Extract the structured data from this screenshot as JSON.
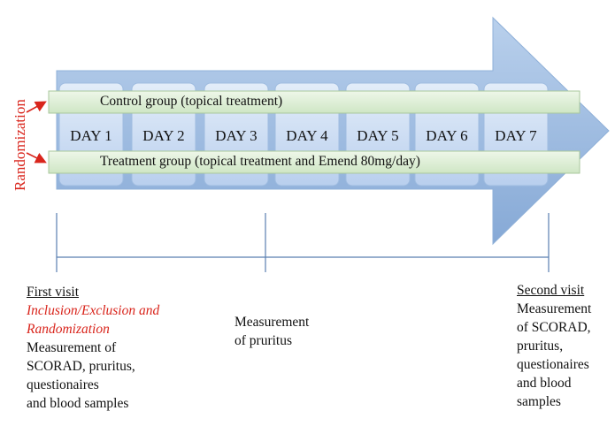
{
  "randomization_label": "Randomization",
  "control_group": "Control group (topical treatment)",
  "treatment_group": "Treatment group (topical treatment and Emend 80mg/day)",
  "days": [
    "DAY 1",
    "DAY 2",
    "DAY 3",
    "DAY 4",
    "DAY 5",
    "DAY 6",
    "DAY 7"
  ],
  "first_visit": {
    "title": "First visit",
    "subtitle_line1": "Inclusion/Exclusion and",
    "subtitle_line2": "Randomization",
    "lines": [
      "Measurement of",
      "SCORAD, pruritus,",
      "questionaires",
      "and blood samples"
    ]
  },
  "middle_visit": {
    "lines": [
      "Measurement",
      "of pruritus"
    ]
  },
  "second_visit": {
    "title": "Second visit",
    "lines": [
      "Measurement",
      "of SCORAD,",
      "pruritus,",
      "questionaires",
      "and blood",
      "samples"
    ]
  },
  "colors": {
    "arrow": "#9dbde0",
    "day_box": "#c6d9f1",
    "group_bar": "#d8ecd0",
    "accent_red": "#d9251c",
    "timeline": "#5a7fb0"
  }
}
